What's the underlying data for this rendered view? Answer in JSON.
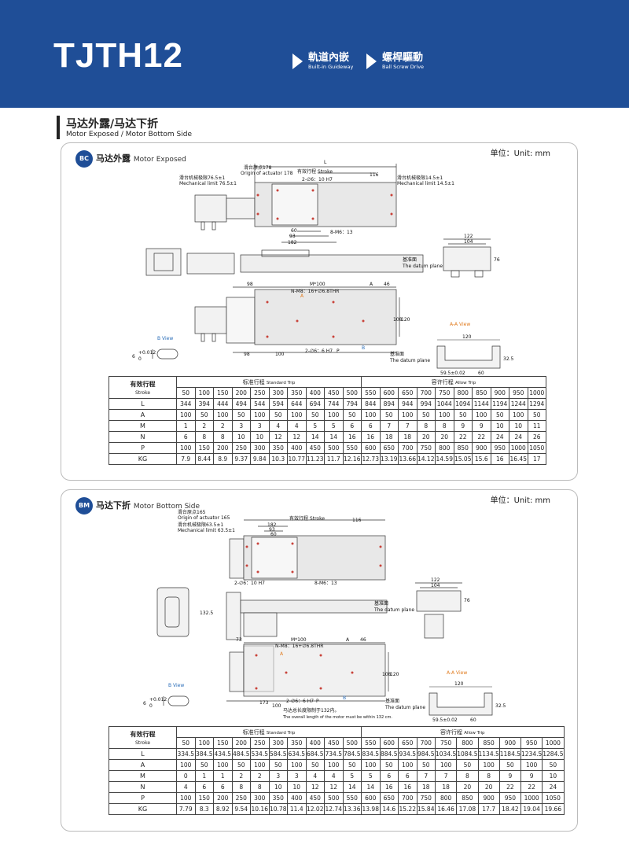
{
  "header": {
    "model": "TJTH12",
    "features": [
      {
        "zh": "軌道內嵌",
        "en": "Built-in Guideway"
      },
      {
        "zh": "螺桿驅動",
        "en": "Ball Screw Drive"
      }
    ]
  },
  "section": {
    "title_zh": "马达外露/马达下折",
    "title_en": "Motor Exposed / Motor Bottom Side"
  },
  "panels": [
    {
      "badge": "BC",
      "title_zh": "马达外露",
      "title_en": "Motor Exposed",
      "unit": "单位：Unit: mm",
      "labels": {
        "L": "L",
        "origin_zh": "滑台原点178",
        "origin_en": "Origin of actuator 178",
        "stroke": "有效行程 Stroke",
        "len116": "116",
        "mech_left_zh": "滑台机械极限76.5±1",
        "mech_left_en": "Mechanical limit 76.5±1",
        "mech_right_zh": "滑台机械极限14.5±1",
        "mech_right_en": "Mechanical limit 14.5±1",
        "hole1": "2-∅6：10 H7",
        "d60": "60",
        "d93": "93",
        "d182": "182",
        "m6": "8-M6：13",
        "w122": "122",
        "w104": "104",
        "h76": "76",
        "datum_zh": "基准面",
        "datum_en": "The datum plane",
        "d98a": "98",
        "m100": "M*100",
        "A": "A",
        "d46": "46",
        "nm8": "N-M8：16+∅6.8THR",
        "h108": "108",
        "h120": "120",
        "d98b": "98",
        "d100": "100",
        "hole2": "2-∅6：6 H7",
        "P": "P",
        "Bmark": "B",
        "bview": "B View",
        "tol": "6",
        "tol_val": "+0.012",
        "tol_zero": "0",
        "aview": "A-A View",
        "w120": "120",
        "h32": "32.5",
        "w59": "59.5±0.02",
        "w60": "60"
      },
      "table": {
        "stroke_zh": "有效行程",
        "stroke_en": "Stroke",
        "std_zh": "标准行程",
        "std_en": "Standard Trip",
        "allow_zh": "容许行程",
        "allow_en": "Allow Trip",
        "strokes": [
          "50",
          "100",
          "150",
          "200",
          "250",
          "300",
          "350",
          "400",
          "450",
          "500",
          "550",
          "600",
          "650",
          "700",
          "750",
          "800",
          "850",
          "900",
          "950",
          "1000"
        ],
        "rows": [
          {
            "label": "L",
            "values": [
              "344",
              "394",
              "444",
              "494",
              "544",
              "594",
              "644",
              "694",
              "744",
              "794",
              "844",
              "894",
              "944",
              "994",
              "1044",
              "1094",
              "1144",
              "1194",
              "1244",
              "1294"
            ]
          },
          {
            "label": "A",
            "values": [
              "100",
              "50",
              "100",
              "50",
              "100",
              "50",
              "100",
              "50",
              "100",
              "50",
              "100",
              "50",
              "100",
              "50",
              "100",
              "50",
              "100",
              "50",
              "100",
              "50"
            ]
          },
          {
            "label": "M",
            "values": [
              "1",
              "2",
              "2",
              "3",
              "3",
              "4",
              "4",
              "5",
              "5",
              "6",
              "6",
              "7",
              "7",
              "8",
              "8",
              "9",
              "9",
              "10",
              "10",
              "11"
            ]
          },
          {
            "label": "N",
            "values": [
              "6",
              "8",
              "8",
              "10",
              "10",
              "12",
              "12",
              "14",
              "14",
              "16",
              "16",
              "18",
              "18",
              "20",
              "20",
              "22",
              "22",
              "24",
              "24",
              "26"
            ]
          },
          {
            "label": "P",
            "values": [
              "100",
              "150",
              "200",
              "250",
              "300",
              "350",
              "400",
              "450",
              "500",
              "550",
              "600",
              "650",
              "700",
              "750",
              "800",
              "850",
              "900",
              "950",
              "1000",
              "1050"
            ]
          },
          {
            "label": "KG",
            "values": [
              "7.9",
              "8.44",
              "8.9",
              "9.37",
              "9.84",
              "10.3",
              "10.77",
              "11.23",
              "11.7",
              "12.16",
              "12.73",
              "13.19",
              "13.66",
              "14.12",
              "14.59",
              "15.05",
              "15.6",
              "16",
              "16.45",
              "17"
            ]
          }
        ]
      }
    },
    {
      "badge": "BM",
      "title_zh": "马达下折",
      "title_en": "Motor Bottom Side",
      "unit": "单位：Unit: mm",
      "labels": {
        "origin_zh": "滑台原点165",
        "origin_en": "Origin of actuator 165",
        "mech_left_zh": "滑台机械极限63.5±1",
        "mech_left_en": "Mechanical limit 63.5±1",
        "stroke": "有效行程 Stroke",
        "len116": "116",
        "d182": "182",
        "d93": "93",
        "d60": "60",
        "hole1": "2-∅6：10 H7",
        "m6": "8-M6：13",
        "w122": "122",
        "w104": "104",
        "h76": "76",
        "datum_zh": "基准面",
        "datum_en": "The datum plane",
        "h132": "132.5",
        "d73": "73",
        "m100": "M*100",
        "A": "A",
        "d46": "46",
        "nm8": "N-M8：16+∅6.8THR",
        "h108": "108",
        "h120": "120",
        "d173": "173",
        "d100": "100",
        "hole2": "2-∅6：6 H7",
        "P": "P",
        "Bmark": "B",
        "note_zh": "马达总长度限制于132内。",
        "note_en": "The overall length of the motor must be within 132 cm.",
        "bview": "B View",
        "tol": "6",
        "tol_val": "+0.012",
        "tol_zero": "0",
        "aview": "A-A View",
        "w120": "120",
        "h32": "32.5",
        "w59": "59.5±0.02",
        "w60": "60"
      },
      "table": {
        "stroke_zh": "有效行程",
        "stroke_en": "Stroke",
        "std_zh": "标准行程",
        "std_en": "Standard Trip",
        "allow_zh": "容许行程",
        "allow_en": "Allow Trip",
        "strokes": [
          "50",
          "100",
          "150",
          "200",
          "250",
          "300",
          "350",
          "400",
          "450",
          "500",
          "550",
          "600",
          "650",
          "700",
          "750",
          "800",
          "850",
          "900",
          "950",
          "1000"
        ],
        "rows": [
          {
            "label": "L",
            "values": [
              "334.5",
              "384.5",
              "434.5",
              "484.5",
              "534.5",
              "584.5",
              "634.5",
              "684.5",
              "734.5",
              "784.5",
              "834.5",
              "884.5",
              "934.5",
              "984.5",
              "1034.5",
              "1084.5",
              "1134.5",
              "1184.5",
              "1234.5",
              "1284.5"
            ]
          },
          {
            "label": "A",
            "values": [
              "100",
              "50",
              "100",
              "50",
              "100",
              "50",
              "100",
              "50",
              "100",
              "50",
              "100",
              "50",
              "100",
              "50",
              "100",
              "50",
              "100",
              "50",
              "100",
              "50"
            ]
          },
          {
            "label": "M",
            "values": [
              "0",
              "1",
              "1",
              "2",
              "2",
              "3",
              "3",
              "4",
              "4",
              "5",
              "5",
              "6",
              "6",
              "7",
              "7",
              "8",
              "8",
              "9",
              "9",
              "10"
            ]
          },
          {
            "label": "N",
            "values": [
              "4",
              "6",
              "6",
              "8",
              "8",
              "10",
              "10",
              "12",
              "12",
              "14",
              "14",
              "16",
              "16",
              "18",
              "18",
              "20",
              "20",
              "22",
              "22",
              "24"
            ]
          },
          {
            "label": "P",
            "values": [
              "100",
              "150",
              "200",
              "250",
              "300",
              "350",
              "400",
              "450",
              "500",
              "550",
              "600",
              "650",
              "700",
              "750",
              "800",
              "850",
              "900",
              "950",
              "1000",
              "1050"
            ]
          },
          {
            "label": "KG",
            "values": [
              "7.79",
              "8.3",
              "8.92",
              "9.54",
              "10.16",
              "10.78",
              "11.4",
              "12.02",
              "12.74",
              "13.36",
              "13.98",
              "14.6",
              "15.22",
              "15.84",
              "16.46",
              "17.08",
              "17.7",
              "18.42",
              "19.04",
              "19.66"
            ]
          }
        ]
      }
    }
  ]
}
